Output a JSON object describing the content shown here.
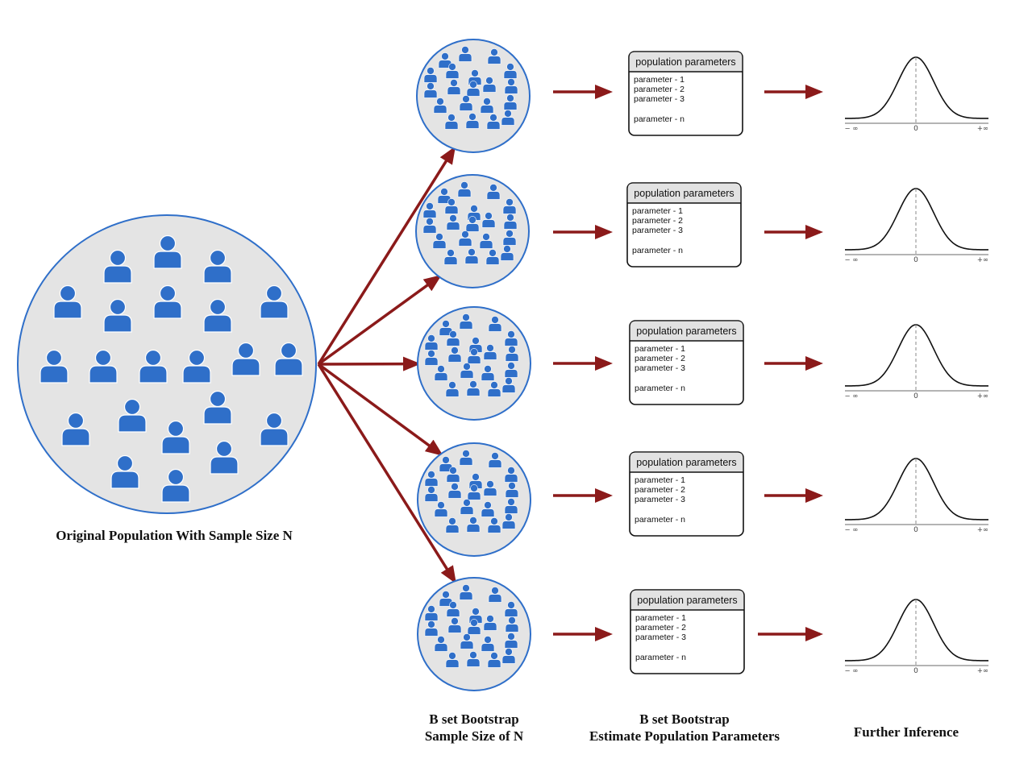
{
  "captions": {
    "original": "Original Population With Sample Size N",
    "bootstrap_line1": "B set Bootstrap",
    "bootstrap_line2": "Sample Size of N",
    "estimate_line1": "B set Bootstrap",
    "estimate_line2": "Estimate Population Parameters",
    "inference": "Further Inference"
  },
  "param_box": {
    "header": "population parameters",
    "lines": [
      "parameter - 1",
      "parameter - 2",
      "parameter - 3",
      "parameter - n"
    ]
  },
  "curve_axis": {
    "left": "− ∞",
    "center": "0",
    "right": "+∞"
  },
  "bootstrap_sets": 5,
  "colors": {
    "person": "#2f6fc9",
    "circle_fill": "#e4e4e4",
    "circle_stroke": "#2f6fc9",
    "arrow": "#8b1a1a",
    "box_header": "#e2e2e2"
  }
}
